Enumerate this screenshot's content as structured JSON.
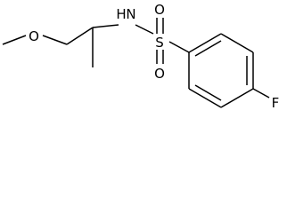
{
  "molecule": {
    "atoms": {
      "O_ether": "O",
      "N": "N",
      "H": "H",
      "S": "S",
      "O_sulfonyl_top": "O",
      "O_sulfonyl_bottom": "O",
      "F": "F"
    }
  }
}
